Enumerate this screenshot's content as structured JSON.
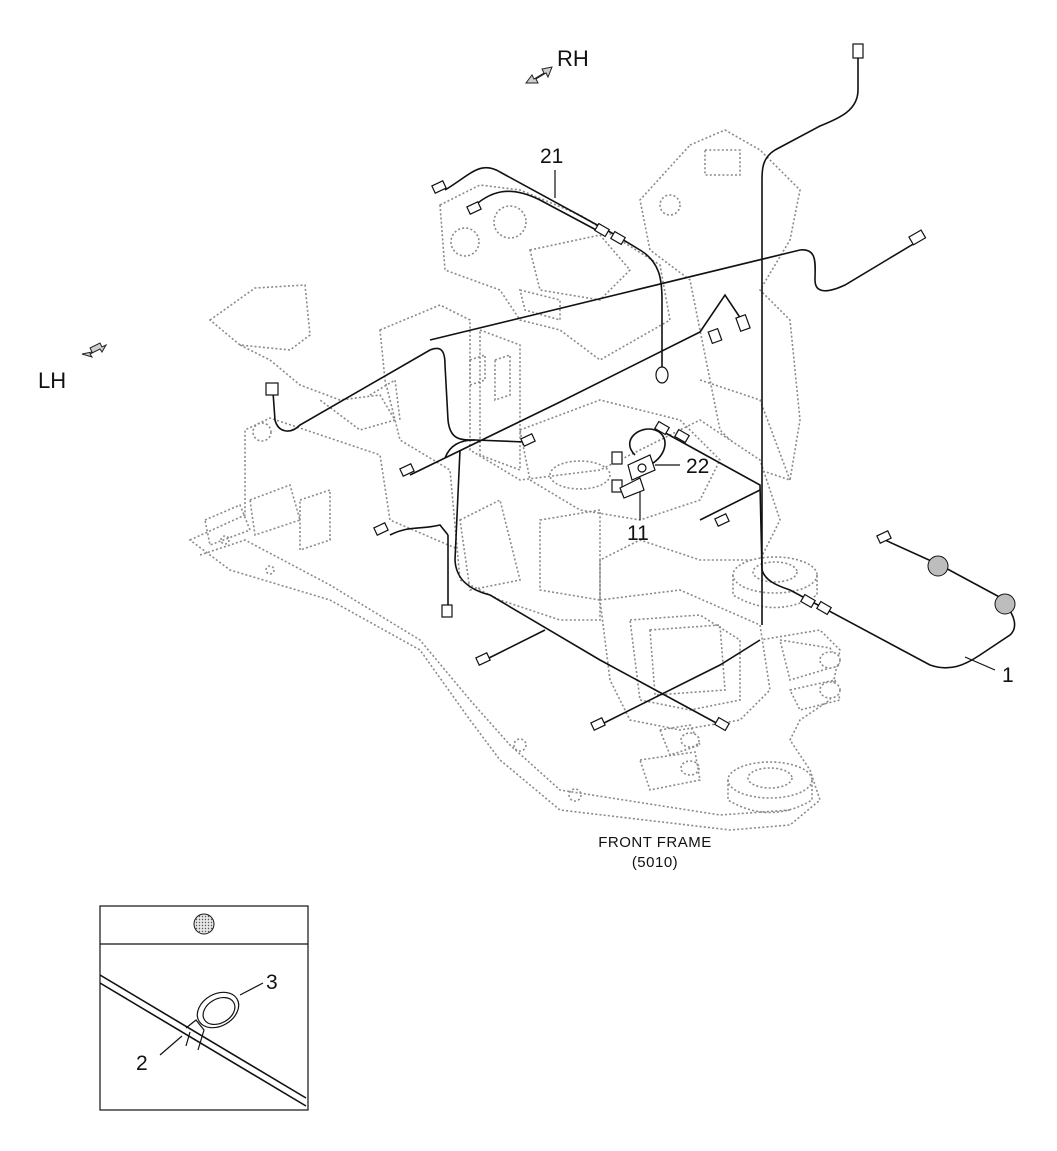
{
  "directions": {
    "rh": "RH",
    "lh": "LH"
  },
  "callouts": {
    "c1": "1",
    "c11": "11",
    "c21": "21",
    "c22": "22",
    "c2": "2",
    "c3": "3"
  },
  "frame_caption": {
    "line1": "FRONT FRAME",
    "line2": "(5010)"
  },
  "colors": {
    "wire": "#111111",
    "frame_outline": "#8a8a8a",
    "grommet": "#bdbdbd"
  }
}
